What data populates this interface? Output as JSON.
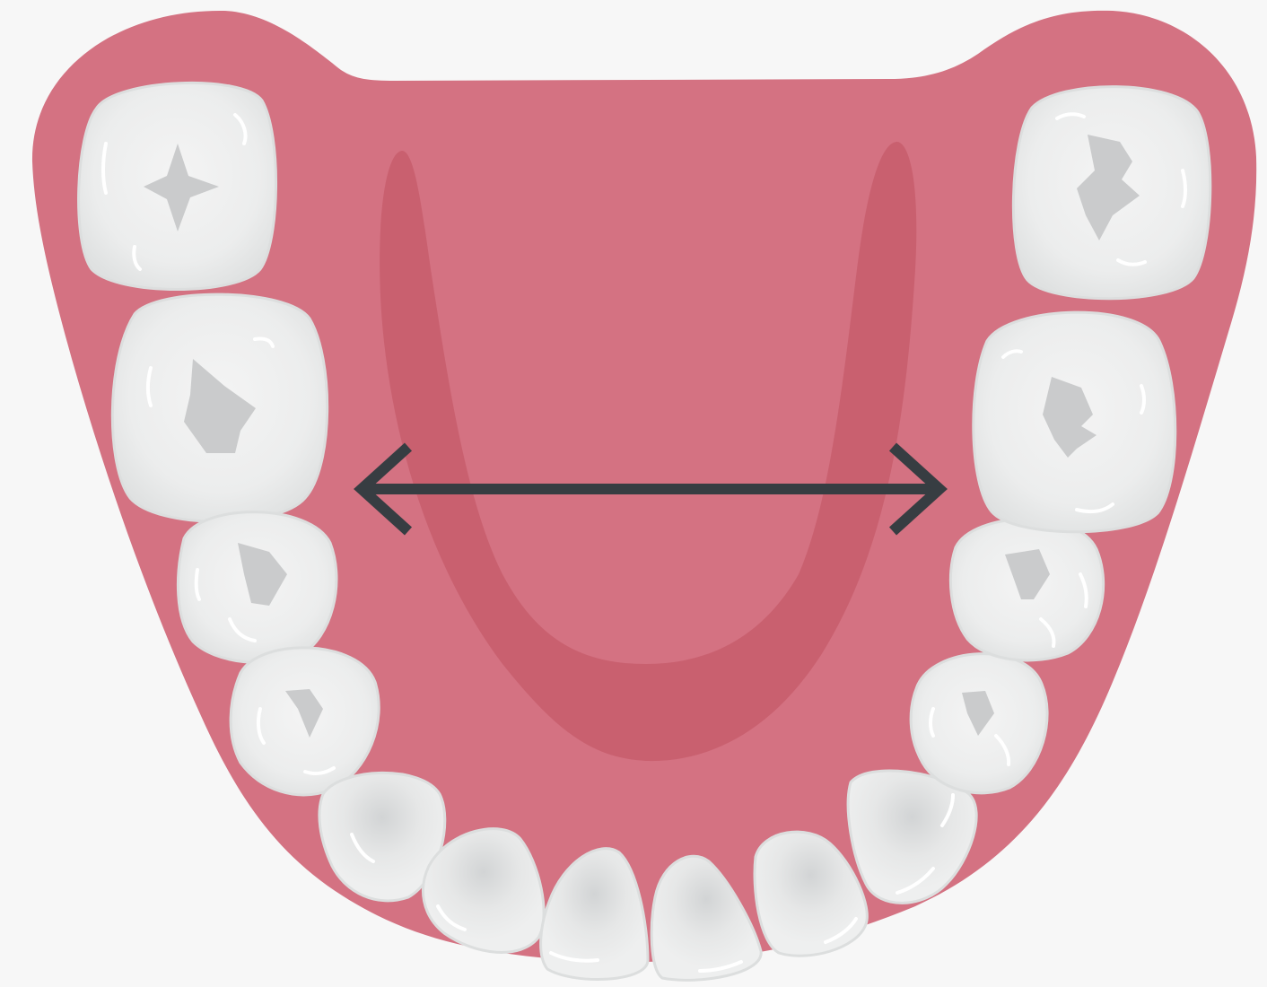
{
  "diagram": {
    "subject": "lower-dental-arch",
    "teeth_count": 14,
    "teeth": [
      {
        "id": "left-third-molar",
        "side": "left",
        "type": "molar"
      },
      {
        "id": "left-second-molar",
        "side": "left",
        "type": "molar"
      },
      {
        "id": "left-first-premolar-rear",
        "side": "left",
        "type": "premolar"
      },
      {
        "id": "left-premolar-front",
        "side": "left",
        "type": "premolar"
      },
      {
        "id": "left-canine",
        "side": "left",
        "type": "canine"
      },
      {
        "id": "left-lateral-incisor",
        "side": "left",
        "type": "incisor"
      },
      {
        "id": "left-central-incisor",
        "side": "left",
        "type": "incisor"
      },
      {
        "id": "right-central-incisor",
        "side": "right",
        "type": "incisor"
      },
      {
        "id": "right-lateral-incisor",
        "side": "right",
        "type": "incisor"
      },
      {
        "id": "right-canine",
        "side": "right",
        "type": "canine"
      },
      {
        "id": "right-premolar-front",
        "side": "right",
        "type": "premolar"
      },
      {
        "id": "right-premolar-rear",
        "side": "right",
        "type": "premolar"
      },
      {
        "id": "right-second-molar",
        "side": "right",
        "type": "molar"
      },
      {
        "id": "right-third-molar",
        "side": "right",
        "type": "molar"
      }
    ],
    "annotation": {
      "type": "double-headed-arrow",
      "meaning": "arch-width"
    }
  },
  "colors": {
    "background": "#f7f7f7",
    "gum": "#d47282",
    "tongue_shadow": "#c9606f",
    "tooth": "#eceded",
    "tooth_edge": "#dcdede",
    "tooth_groove": "#c5c7c8",
    "tooth_highlight": "#ffffff",
    "arrow": "#373d42"
  }
}
